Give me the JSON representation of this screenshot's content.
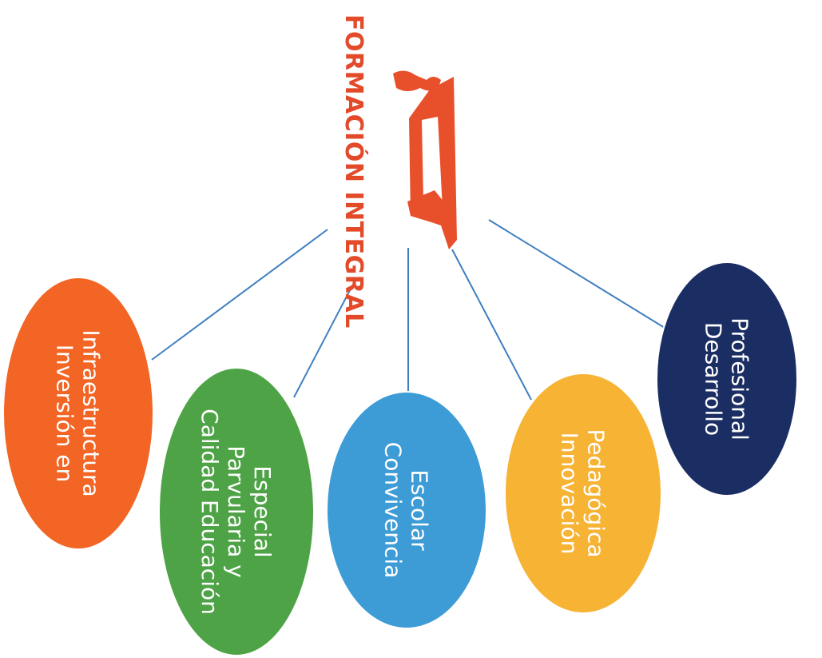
{
  "title": {
    "text": "FORMACIÓN INTEGRAL",
    "color": "#e24a2a"
  },
  "logo": {
    "name": "graduation-figure-icon",
    "color": "#e8502c"
  },
  "colors": {
    "connector": "#3f7fc0",
    "background": "#ffffff"
  },
  "nodes": [
    {
      "id": "inversion",
      "lines": [
        "Inversión en",
        "Infraestructura"
      ],
      "color": "#f26524"
    },
    {
      "id": "calidad",
      "lines": [
        "Calidad Educación",
        "Parvularia y",
        "Especial"
      ],
      "color": "#4ea346"
    },
    {
      "id": "convivencia",
      "lines": [
        "Convivencia",
        "Escolar"
      ],
      "color": "#3d9bd6"
    },
    {
      "id": "innovacion",
      "lines": [
        "Innovación",
        "Pedagógica"
      ],
      "color": "#f7b334"
    },
    {
      "id": "desarrollo",
      "lines": [
        "Desarrollo",
        "Profesional"
      ],
      "color": "#1b2e63"
    }
  ]
}
